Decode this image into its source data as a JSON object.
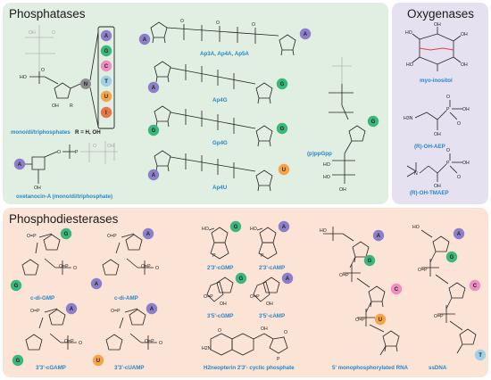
{
  "panels": {
    "phosphatases": "Phosphatases",
    "oxygenases": "Oxygenases",
    "phosphodiesterases": "Phosphodiesterases"
  },
  "labels": {
    "mono": "mono/di/triphosphates",
    "mono_r": "R = H, OH",
    "oxetanocin": "oxetanocin-A (mono/di/triphosphate)",
    "ap3a": "Ap3A, Ap4A, Ap5A",
    "ap4g": "Ap4G",
    "gp4g": "Gp4G",
    "ap4u": "Ap4U",
    "ppgpp": "(p)ppGpp",
    "myo": "myo-inositol",
    "ohaep": "(R)-OH-AEP",
    "ohtmaep": "(R)-OH-TMAEP",
    "cdigmp": "c-di-GMP",
    "cdiamp": "c-di-AMP",
    "cgamp": "3'3'-cGAMP",
    "cuamp": "3'3'-cUAMP",
    "c23gmp": "2'3'-cGMP",
    "c23amp": "2'3'-cAMP",
    "c35gmp": "3'5'-cGMP",
    "c35amp": "3'5'-cAMP",
    "pterin": "H2neopterin 2'3'- cyclic phosphate",
    "rna": "5' monophosphorylated RNA",
    "ssdna": "ssDNA"
  },
  "base_legend": [
    "N",
    "A",
    "G",
    "C",
    "T",
    "U",
    "I"
  ],
  "colors": {
    "phosphatase_bg": "#e1efe3",
    "oxygenase_bg": "#e6e1f1",
    "phosphodiesterase_bg": "#fbe3d6",
    "label_blue": "#2a86c6",
    "A": "#8a7fc8",
    "G": "#3ab77c",
    "C": "#f08ec1",
    "T": "#9fd0e8",
    "U": "#f5a547",
    "I": "#e8744a",
    "N": "#8c8c8c"
  }
}
